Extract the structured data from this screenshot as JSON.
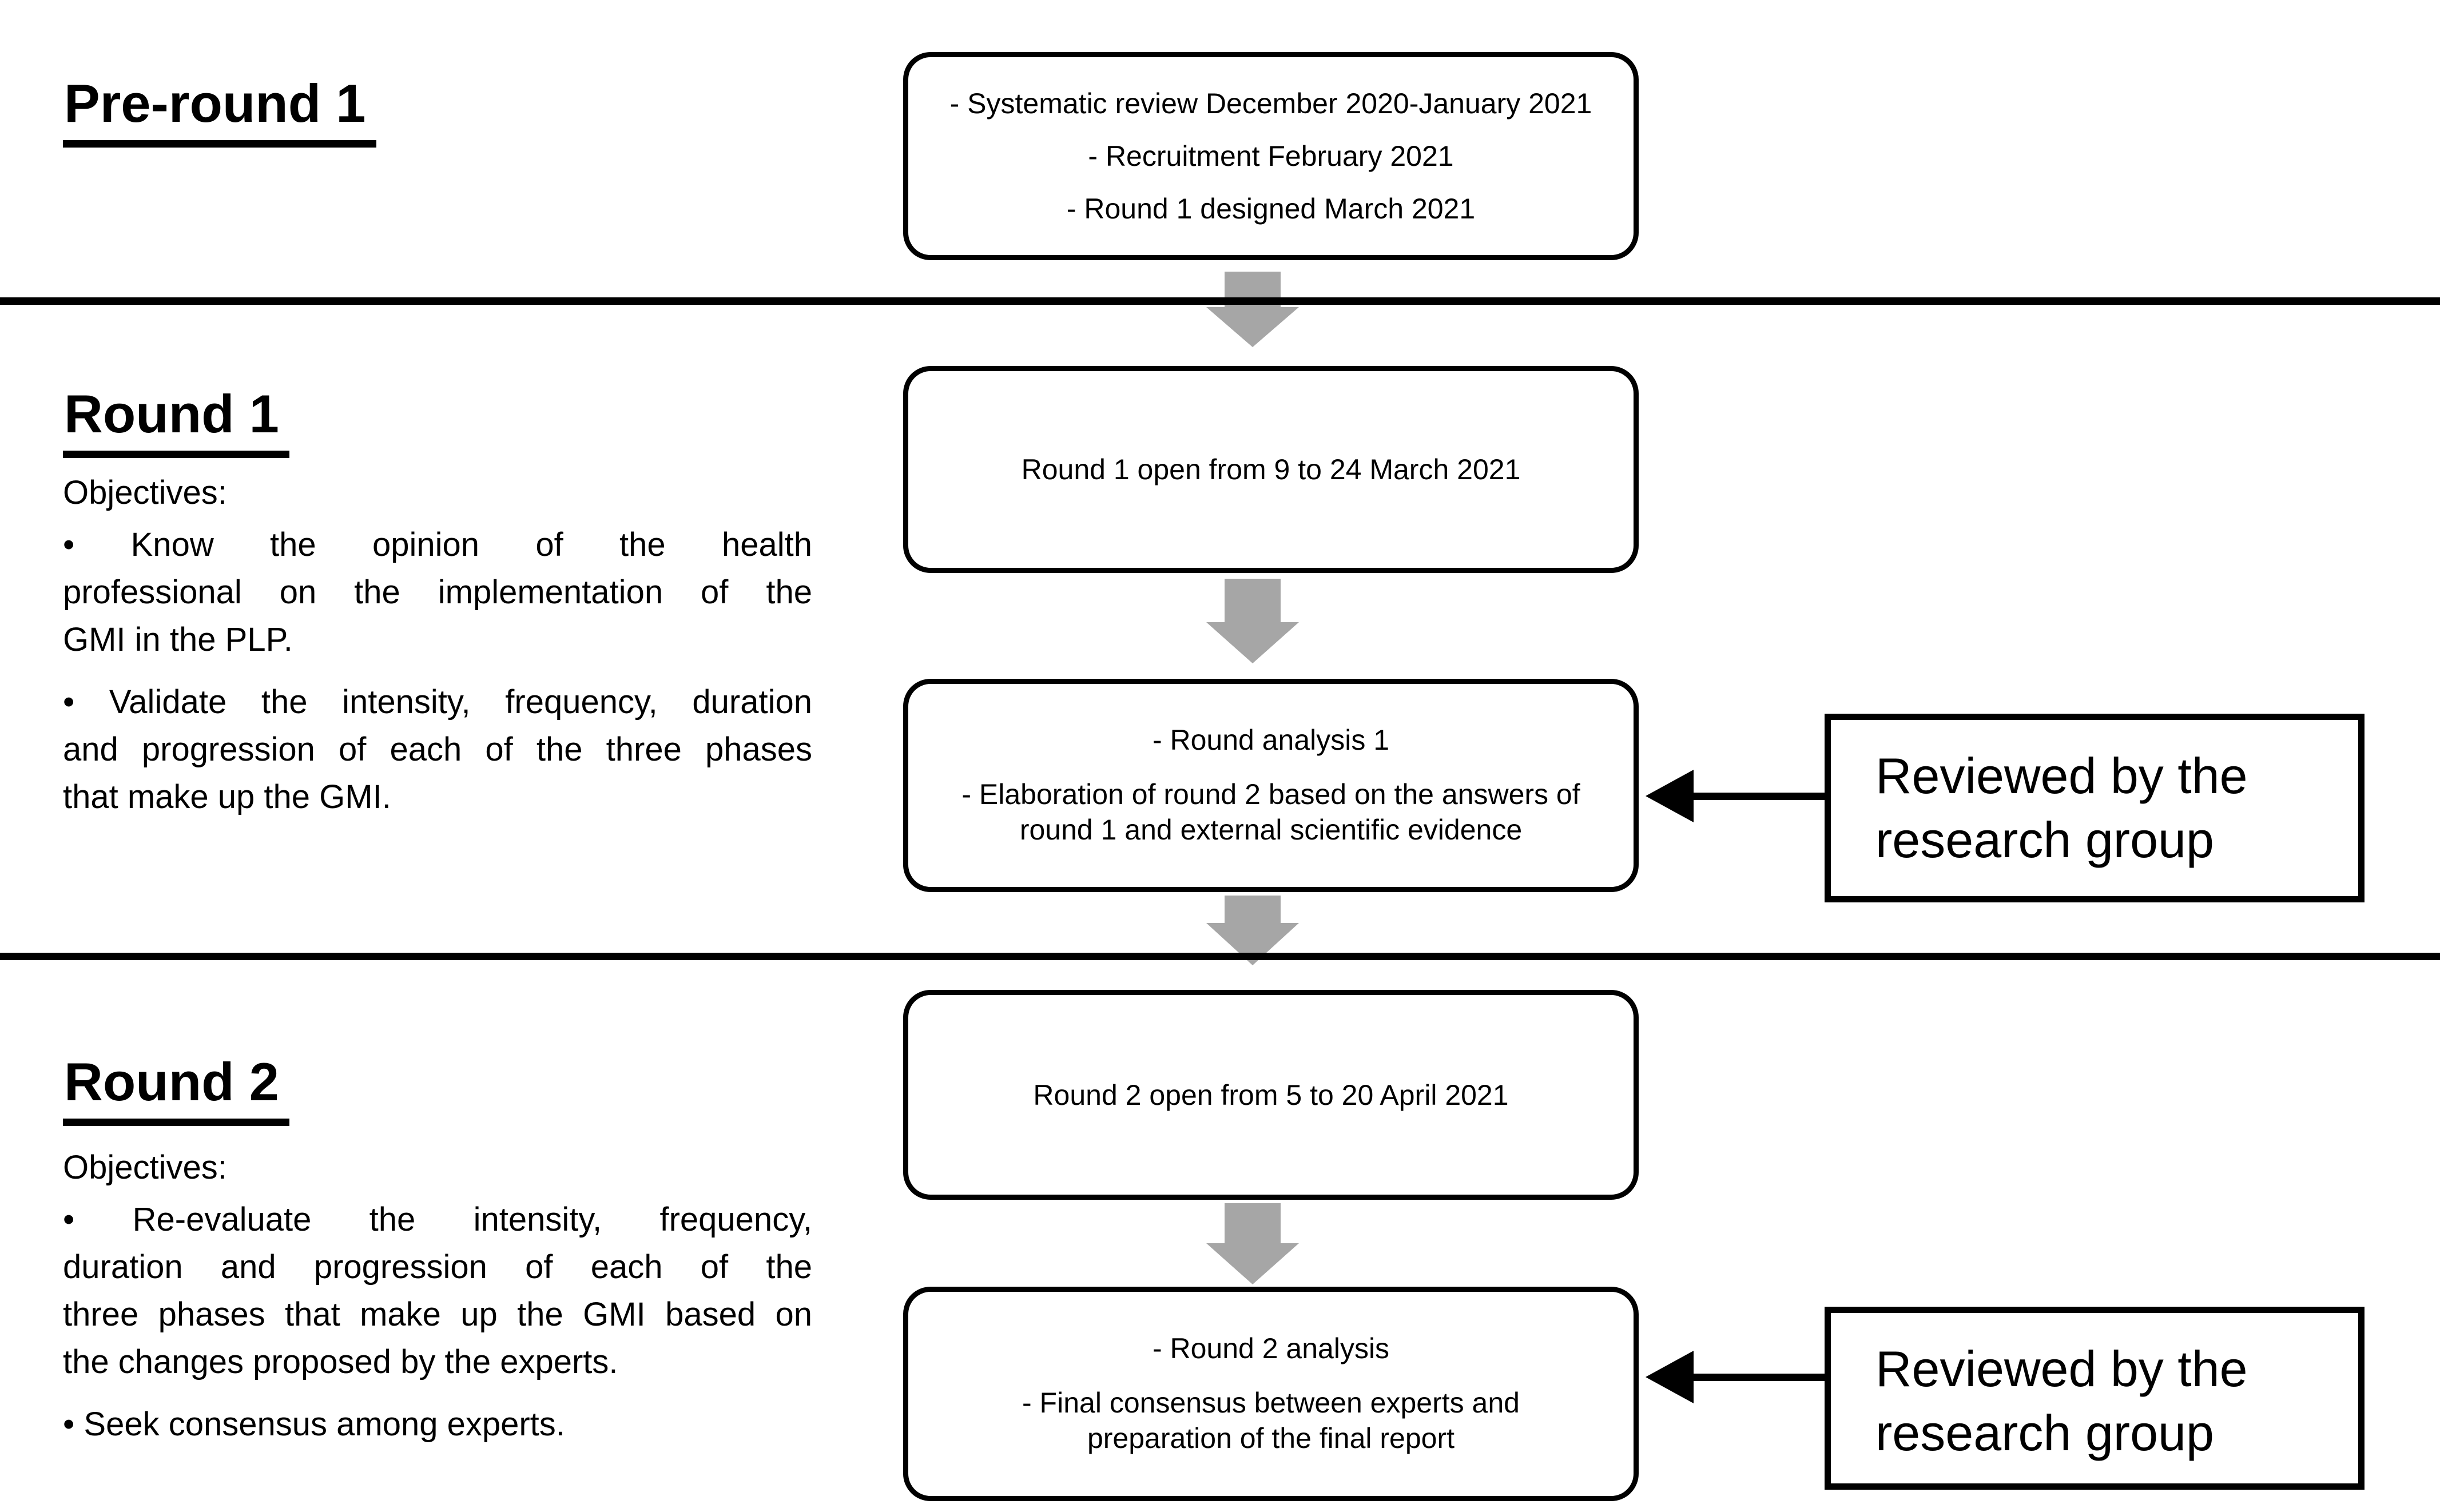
{
  "colors": {
    "arrow_gray": "#a6a6a6",
    "ink": "#000000",
    "background": "#ffffff"
  },
  "sections": {
    "pre": {
      "title": "Pre-round 1"
    },
    "r1": {
      "title": "Round 1",
      "objectives_label": "Objectives:",
      "bullets": [
        {
          "lines": [
            "• Know the opinion of the health",
            "professional on the implementation of the",
            "GMI in the PLP."
          ]
        },
        {
          "lines": [
            "• Validate the intensity, frequency, duration",
            "and progression of each of the three phases",
            "that make up the GMI."
          ]
        }
      ]
    },
    "r2": {
      "title": "Round 2",
      "objectives_label": "Objectives:",
      "bullets": [
        {
          "lines": [
            "• Re-evaluate the intensity, frequency,",
            "duration and progression of each of the",
            "three phases that make up the GMI based on",
            "the changes proposed by the experts."
          ]
        },
        {
          "lines": [
            "• Seek consensus among experts."
          ]
        }
      ]
    }
  },
  "flow_boxes": {
    "pre_activities": {
      "lines": [
        "- Systematic review December 2020-January 2021",
        "- Recruitment February 2021",
        "- Round 1 designed March 2021"
      ]
    },
    "round1_open": {
      "label": "Round 1 open from 9 to 24 March 2021"
    },
    "round1_analysis": {
      "lines": [
        "- Round analysis 1",
        "- Elaboration of round 2 based on the answers of round 1 and external scientific evidence"
      ]
    },
    "round2_open": {
      "label": "Round 2 open from 5 to 20 April 2021"
    },
    "round2_analysis": {
      "lines": [
        "- Round 2 analysis",
        "- Final consensus between experts and preparation of the final report"
      ]
    }
  },
  "review_notes": {
    "round1": {
      "label": "Reviewed by the research group"
    },
    "round2": {
      "label": "Reviewed by the research group"
    }
  }
}
